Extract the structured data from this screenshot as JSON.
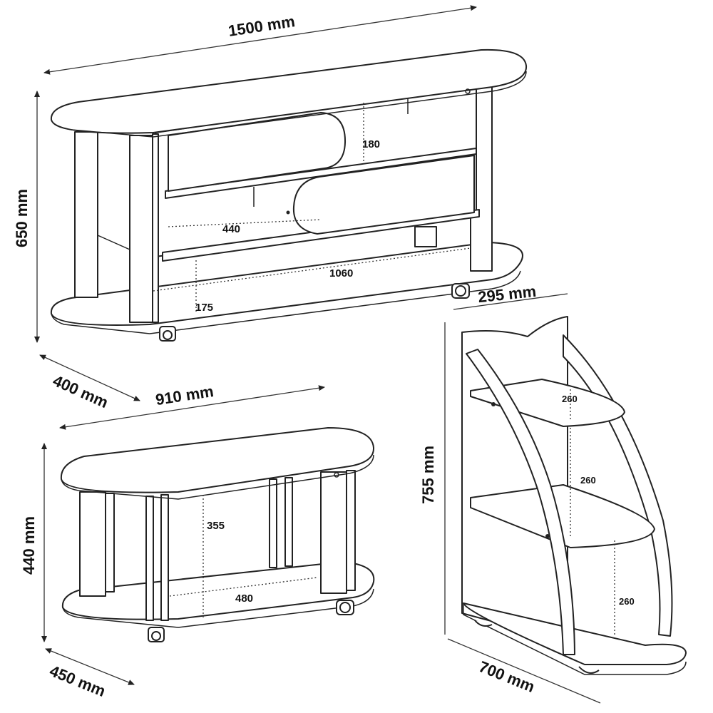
{
  "tv_stand": {
    "width_label": "1500 mm",
    "height_label": "650 mm",
    "depth_label": "400 mm",
    "shelf_gap_label": "180",
    "inner_width_label": "440",
    "bottom_width_label": "1060",
    "bottom_gap_label": "175"
  },
  "coffee_table": {
    "width_label": "910 mm",
    "height_label": "440 mm",
    "depth_label": "450 mm",
    "gap_label": "355",
    "inner_width_label": "480"
  },
  "corner_shelf": {
    "depth_label": "295 mm",
    "height_label": "755 mm",
    "width_label": "700 mm",
    "shelf_gap_1": "260",
    "shelf_gap_2": "260",
    "shelf_gap_3": "260"
  }
}
